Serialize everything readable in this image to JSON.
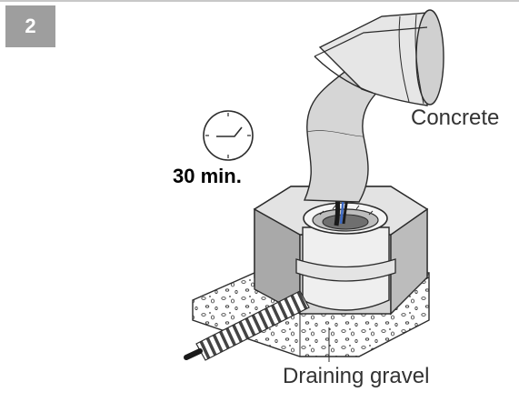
{
  "step": {
    "number": "2"
  },
  "labels": {
    "concrete": "Concrete",
    "draining_gravel": "Draining gravel",
    "cure_time": "30 min."
  },
  "colors": {
    "badge": "#9e9e9e",
    "concrete_fill": "#d6d6d6",
    "concrete_dark": "#9a9a9a",
    "outline": "#2b2b2b"
  },
  "icons": [
    "clock-icon",
    "bucket-icon",
    "drain-pipe-icon",
    "cable-icon"
  ]
}
